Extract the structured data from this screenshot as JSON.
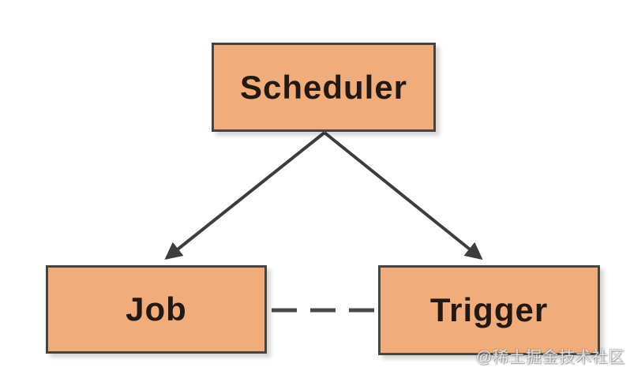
{
  "diagram": {
    "type": "node-edge-diagram",
    "description": "Quartz scheduler concept diagram",
    "nodes": [
      {
        "id": "scheduler",
        "label": "Scheduler",
        "position": "top-center"
      },
      {
        "id": "job",
        "label": "Job",
        "position": "bottom-left"
      },
      {
        "id": "trigger",
        "label": "Trigger",
        "position": "bottom-right"
      }
    ],
    "edges": [
      {
        "from": "scheduler",
        "to": "job",
        "style": "solid",
        "arrow": "to"
      },
      {
        "from": "scheduler",
        "to": "trigger",
        "style": "solid",
        "arrow": "to"
      },
      {
        "from": "job",
        "to": "trigger",
        "style": "dashed",
        "arrow": "none"
      }
    ],
    "colors": {
      "node_fill": "#F1AC7B",
      "node_border": "#4A443E",
      "node_text": "#241812",
      "connector": "#3D3D3D",
      "background": "#FFFFFF"
    }
  },
  "watermark": {
    "text": "@稀土掘金技术社区"
  }
}
